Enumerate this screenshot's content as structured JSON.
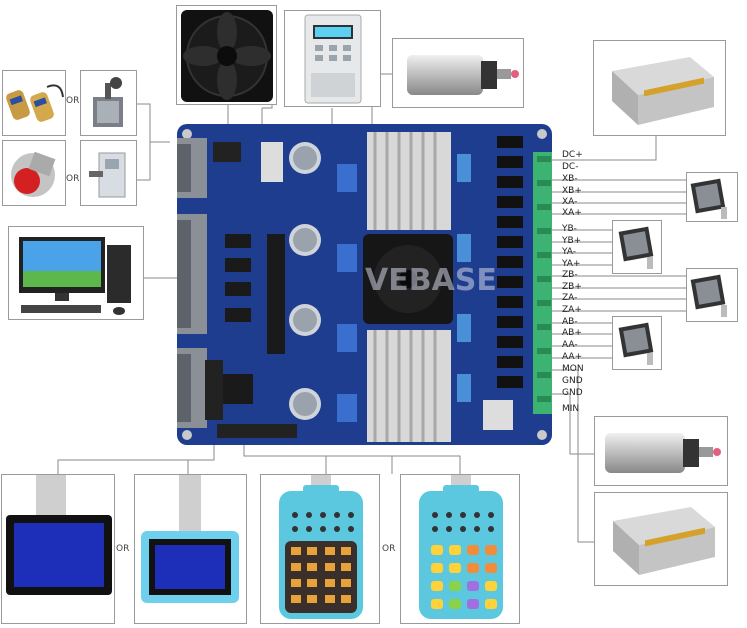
{
  "or_labels": [
    "OR",
    "OR",
    "OR",
    "OR"
  ],
  "pins": [
    "DC+",
    "DC-",
    "XB-",
    "XB+",
    "XA-",
    "XA+",
    "YB-",
    "YB+",
    "YA-",
    "YA+",
    "ZB-",
    "ZB+",
    "ZA-",
    "ZA+",
    "AB-",
    "AB+",
    "AA-",
    "AA+",
    "MON",
    "GND",
    "GND",
    "MIN"
  ],
  "board_watermark": "VEBASE",
  "colors": {
    "board": "#1e3d8f",
    "terminal": "#3cb371",
    "pendant": "#5bc8e0",
    "lcd": "#1d2fb8"
  }
}
